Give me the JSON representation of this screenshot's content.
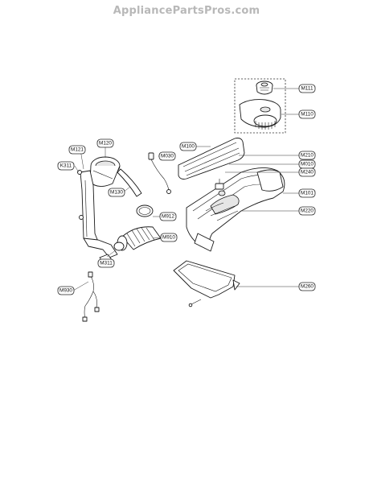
{
  "watermark": "AppliancePartsPros.com",
  "labels": {
    "M111": "M111",
    "M110": "M110",
    "M100": "M100",
    "M210": "M210",
    "M010": "M010",
    "M240": "M240",
    "M101": "M101",
    "M220": "M220",
    "M120": "M120",
    "M121": "M121",
    "K311": "K311",
    "M030": "M030",
    "M130": "M130",
    "M912": "M912",
    "M910": "M910",
    "M311": "M311",
    "M930": "M930",
    "M260": "M260"
  }
}
